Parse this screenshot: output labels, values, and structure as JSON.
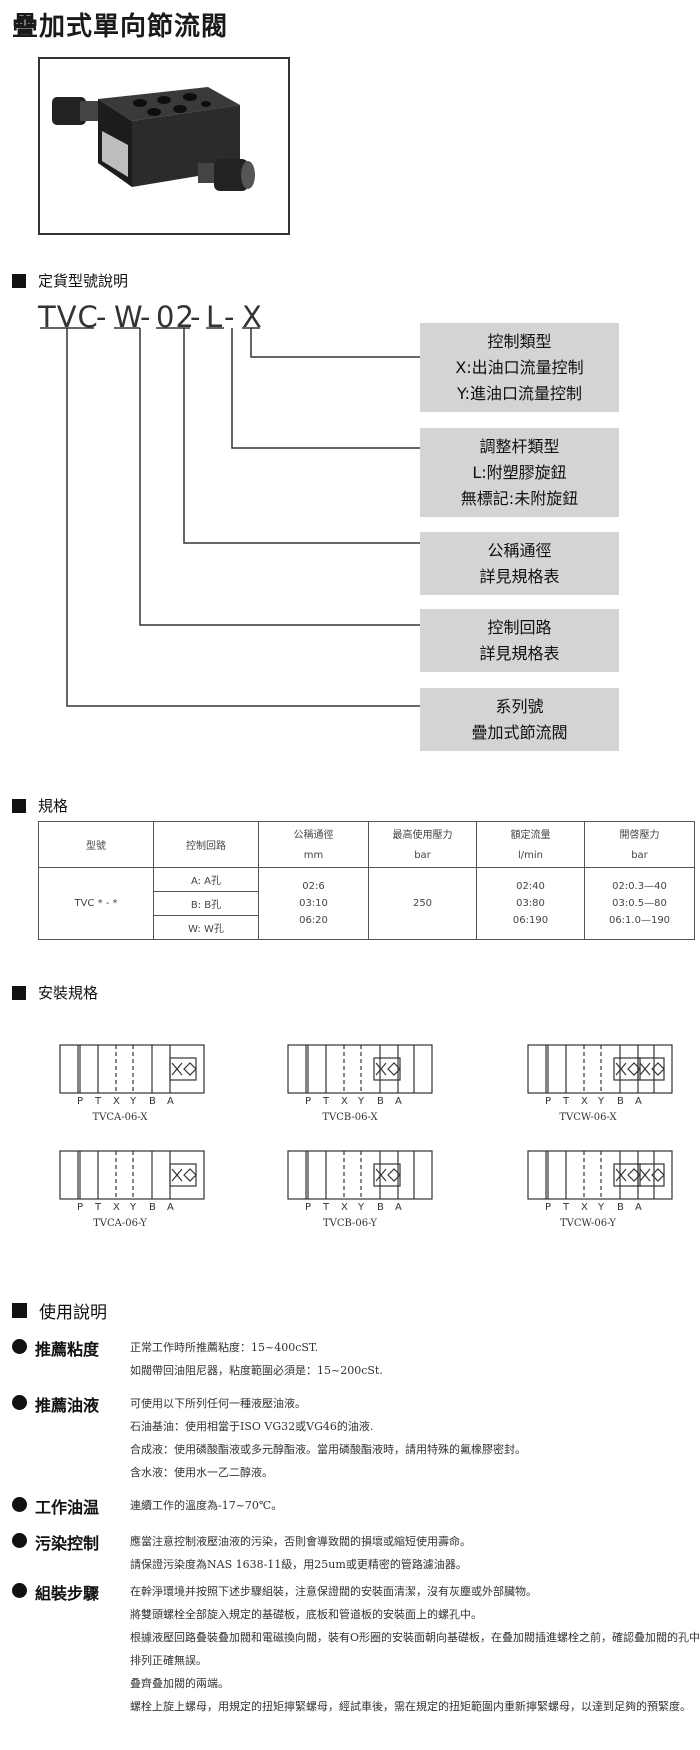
{
  "title": "疊加式單向節流閥",
  "ordering": {
    "heading": "定貨型號說明",
    "code_parts": [
      "TVC",
      "-",
      "W",
      "-",
      "02",
      "-",
      "L",
      "-",
      "X"
    ],
    "boxes": [
      {
        "lines": [
          "控制類型",
          "X:出油口流量控制",
          "Y:進油口流量控制"
        ]
      },
      {
        "lines": [
          "調整杆類型",
          "L:附塑膠旋鈕",
          "無標記:未附旋鈕"
        ]
      },
      {
        "lines": [
          "公稱通徑",
          "詳見規格表"
        ]
      },
      {
        "lines": [
          "控制回路",
          "詳見規格表"
        ]
      },
      {
        "lines": [
          "系列號",
          "疊加式節流閥"
        ]
      }
    ]
  },
  "spec": {
    "heading": "規格",
    "headers": [
      {
        "top": "型號",
        "unit": ""
      },
      {
        "top": "控制回路",
        "unit": ""
      },
      {
        "top": "公稱通徑",
        "unit": "mm"
      },
      {
        "top": "最高使用壓力",
        "unit": "bar"
      },
      {
        "top": "額定流量",
        "unit": "l/min"
      },
      {
        "top": "開啓壓力",
        "unit": "bar"
      }
    ],
    "model": "TVC * - *",
    "circuits": [
      "A: A孔",
      "B: B孔",
      "W: W孔"
    ],
    "sizes": [
      "02:6",
      "03:10",
      "06:20"
    ],
    "pressure": "250",
    "flows": [
      "02:40",
      "03:80",
      "06:190"
    ],
    "crack": [
      "02:0.3—40",
      "03:0.5—80",
      "06:1.0—190"
    ]
  },
  "install": {
    "heading": "安裝規格",
    "port_labels": [
      "P",
      "T",
      "X",
      "Y",
      "B",
      "A"
    ],
    "diagrams": [
      {
        "caption": "TVCA-06-X",
        "variant": "A"
      },
      {
        "caption": "TVCB-06-X",
        "variant": "B"
      },
      {
        "caption": "TVCW-06-X",
        "variant": "W"
      },
      {
        "caption": "TVCA-06-Y",
        "variant": "A"
      },
      {
        "caption": "TVCB-06-Y",
        "variant": "B"
      },
      {
        "caption": "TVCW-06-Y",
        "variant": "W"
      }
    ]
  },
  "usage": {
    "heading": "使用說明",
    "items": [
      {
        "label": "推薦粘度",
        "lines": [
          "正常工作時所推薦粘度：15~400cST.",
          "如閥帶回油阻尼器，粘度範圍必須是：15~200cSt."
        ]
      },
      {
        "label": "推薦油液",
        "lines": [
          "可使用以下所列任何一種液壓油液。",
          "石油基油：使用相當于ISO VG32或VG46的油液.",
          "合成液：使用磷酸酯液或多元醇酯液。當用磷酸酯液時，請用特殊的氟橡膠密封。",
          "含水液：使用水一乙二醇液。"
        ]
      },
      {
        "label": "工作油温",
        "lines": [
          "連續工作的溫度為-17~70℃。"
        ]
      },
      {
        "label": "污染控制",
        "lines": [
          "應當注意控制液壓油液的污染，否則會導致閥的損壞或縮短使用壽命。",
          "請保證污染度為NAS 1638-11級，用25um或更精密的管路濾油器。"
        ]
      },
      {
        "label": "組裝步驟",
        "lines": [
          "在幹淨環境并按照下述步驟組裝，注意保證閥的安裝面清潔，沒有灰塵或外部臟物。",
          "將雙頭螺栓全部旋入規定的基礎板，底板和管道板的安裝面上的螺孔中。",
          "根據液壓回路叠裝叠加閥和電磁換向閥，裝有O形圈的安裝面朝向基礎板，在叠加閥插進螺栓之前，確認叠加閥的孔中排列正確無誤。",
          "叠齊叠加閥的兩端。",
          "螺栓上旋上螺母，用規定的扭矩擰緊螺母，經試車後，需在規定的扭矩範圍内重新擰緊螺母，以達到足夠的預緊度。"
        ]
      }
    ]
  }
}
